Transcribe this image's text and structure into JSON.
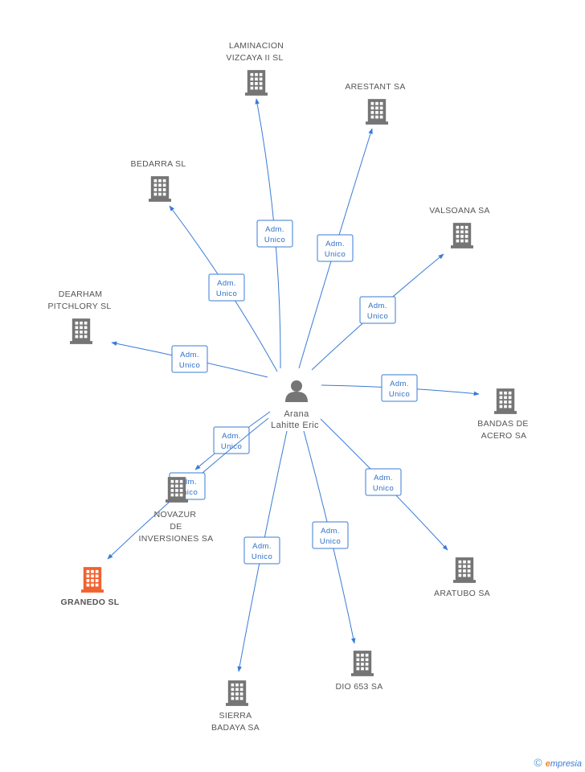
{
  "center": {
    "name_line1": "Arana",
    "name_line2": "Lahitte Eric",
    "icon": "person-icon"
  },
  "colors": {
    "edge": "#3a7bd5",
    "building": "#757575",
    "highlight": "#f0622f"
  },
  "nodes": [
    {
      "id": "laminacion",
      "line1": "LAMINACION",
      "line2": "VIZCAYA II SL",
      "highlight": false
    },
    {
      "id": "arestant",
      "line1": "ARESTANT SA",
      "line2": "",
      "highlight": false
    },
    {
      "id": "bedarra",
      "line1": "BEDARRA SL",
      "line2": "",
      "highlight": false
    },
    {
      "id": "valsoana",
      "line1": "VALSOANA SA",
      "line2": "",
      "highlight": false
    },
    {
      "id": "dearham",
      "line1": "DEARHAM",
      "line2": "PITCHLORY SL",
      "highlight": false
    },
    {
      "id": "bandas",
      "line1": "BANDAS DE",
      "line2": "ACERO SA",
      "highlight": false
    },
    {
      "id": "novazur",
      "line1": "NOVAZUR",
      "line2": "DE",
      "line3": "INVERSIONES SA",
      "highlight": false
    },
    {
      "id": "granedo",
      "line1": "GRANEDO SL",
      "line2": "",
      "highlight": true
    },
    {
      "id": "aratubo",
      "line1": "ARATUBO SA",
      "line2": "",
      "highlight": false
    },
    {
      "id": "dio",
      "line1": "DIO 653 SA",
      "line2": "",
      "highlight": false
    },
    {
      "id": "sierra",
      "line1": "SIERRA",
      "line2": "BADAYA SA",
      "highlight": false
    }
  ],
  "edges": [
    {
      "to": "laminacion",
      "label1": "Adm.",
      "label2": "Unico"
    },
    {
      "to": "arestant",
      "label1": "Adm.",
      "label2": "Unico"
    },
    {
      "to": "bedarra",
      "label1": "Adm.",
      "label2": "Unico"
    },
    {
      "to": "valsoana",
      "label1": "Adm.",
      "label2": "Unico"
    },
    {
      "to": "dearham",
      "label1": "Adm.",
      "label2": "Unico"
    },
    {
      "to": "bandas",
      "label1": "Adm.",
      "label2": "Unico"
    },
    {
      "to": "novazur",
      "label1": "Adm.",
      "label2": "Unico"
    },
    {
      "to": "granedo",
      "label1": "Adm.",
      "label2": "Unico"
    },
    {
      "to": "aratubo",
      "label1": "Adm.",
      "label2": "Unico"
    },
    {
      "to": "dio",
      "label1": "Adm.",
      "label2": "Unico"
    },
    {
      "to": "sierra",
      "label1": "Adm.",
      "label2": "Unico"
    }
  ],
  "footer": {
    "copyright": "©",
    "brand_e": "e",
    "brand_rest": "mpresia"
  }
}
